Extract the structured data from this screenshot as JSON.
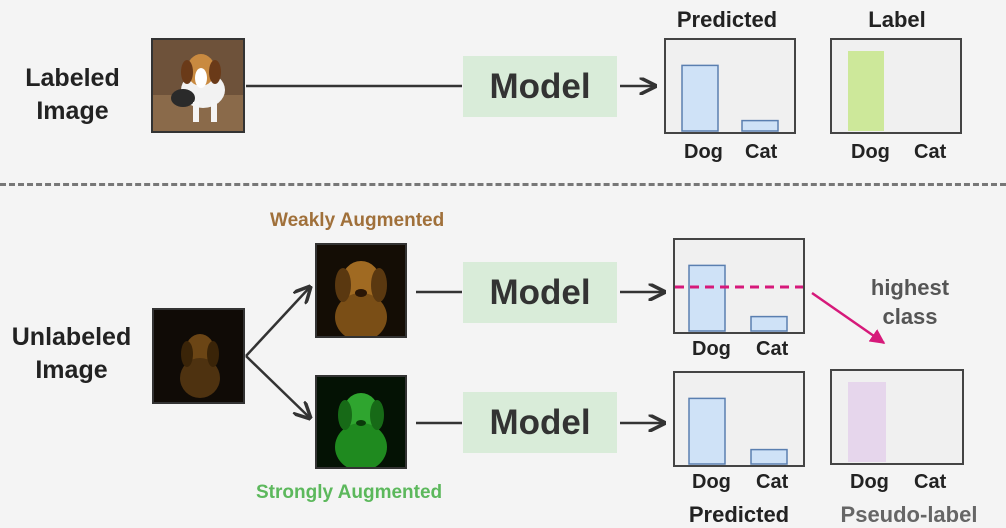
{
  "labeled": {
    "side_label": "Labeled Image",
    "model_label": "Model",
    "predicted_title": "Predicted",
    "label_title": "Label",
    "categories": [
      "Dog",
      "Cat"
    ],
    "predicted_values": [
      0.82,
      0.13
    ],
    "label_values": [
      1.0,
      0.0
    ],
    "label_color": "#cde89a"
  },
  "unlabeled": {
    "side_label": "Unlabeled Image",
    "weak_title": "Weakly Augmented",
    "strong_title": "Strongly Augmented",
    "weak_color": "#a0703a",
    "strong_color": "#5cb85c",
    "model_label_weak": "Model",
    "model_label_strong": "Model",
    "weak_categories": [
      "Dog",
      "Cat"
    ],
    "weak_values": [
      0.82,
      0.18
    ],
    "threshold": 0.55,
    "threshold_color": "#d6197a",
    "highest_class_text": "highest class",
    "strong_categories": [
      "Dog",
      "Cat"
    ],
    "strong_values": [
      0.82,
      0.18
    ],
    "strong_predicted_title": "Predicted",
    "pseudo_title": "Pseudo-label",
    "pseudo_categories": [
      "Dog",
      "Cat"
    ],
    "pseudo_values": [
      1.0,
      0.0
    ],
    "pseudo_color": "#e6d6ec"
  },
  "colors": {
    "predicted_bar": "#cfe2f7",
    "model_bg": "#d9ecd9",
    "arrow": "#333333"
  }
}
